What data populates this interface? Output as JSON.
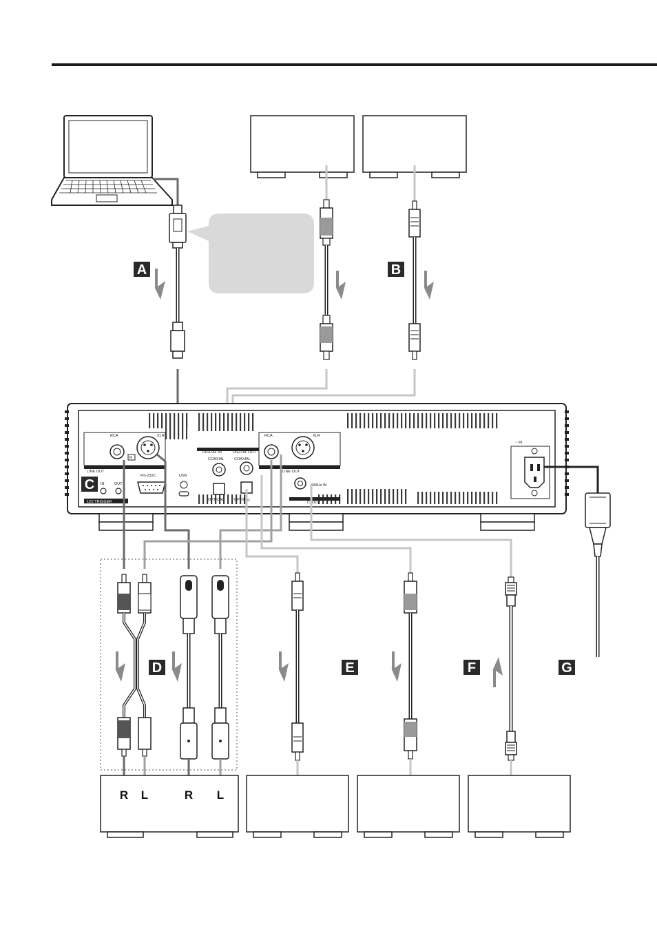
{
  "badges": {
    "a": "A",
    "b": "B",
    "c": "C",
    "d": "D",
    "e": "E",
    "f": "F",
    "g": "G"
  },
  "channel_labels": {
    "d_rca_right": "R",
    "d_rca_left": "L",
    "d_xlr_right": "R",
    "d_xlr_left": "L"
  },
  "rear_panel": {
    "rca_left": "RCA",
    "xlr_left": "XLR",
    "line_out_left": "LINE OUT",
    "right_marker_left": "R",
    "trigger_in": "IN",
    "trigger_out": "OUT",
    "trigger_title": "12V TRIGGER",
    "rs232c": "RS-232C",
    "usb": "USB",
    "digital_in": "DIGITAL IN",
    "coaxial_in": "COAXIAL",
    "optical_in": "OPTICAL",
    "digital_out": "DIGITAL OUT",
    "coaxial_out": "COAXIAL",
    "optical_out": "OPTICAL",
    "rca_right": "RCA",
    "xlr_right": "XLR",
    "line_out_right": "LINE OUT",
    "clock_in": "10MHz IN",
    "clock_title": "CLOCK",
    "ac_in": "~ IN"
  },
  "colors": {
    "rule": "#1a1a1a",
    "cable_gray": "#8a8a8a",
    "cable_light": "#c6c6c6",
    "badge": "#2a2a2a",
    "callout": "#d9d9d9"
  }
}
